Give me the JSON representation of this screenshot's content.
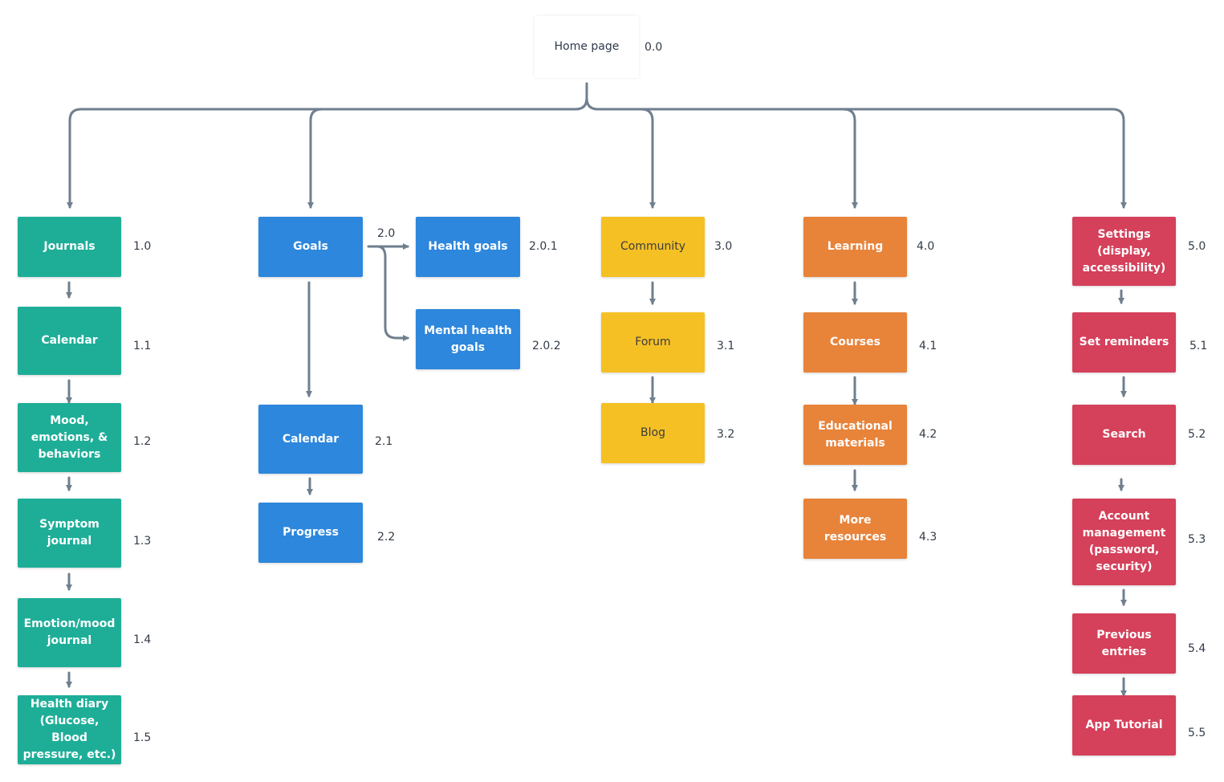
{
  "root": {
    "label": "Home page",
    "number": "0.0"
  },
  "branches": [
    {
      "color": "#1eae98",
      "nodes": [
        {
          "label": "Journals",
          "number": "1.0"
        },
        {
          "label": "Calendar",
          "number": "1.1"
        },
        {
          "label": "Mood,\nemotions, &\nbehaviors",
          "number": "1.2"
        },
        {
          "label": "Symptom\njournal",
          "number": "1.3"
        },
        {
          "label": "Emotion/mood\njournal",
          "number": "1.4"
        },
        {
          "label": "Health diary\n(Glucose, Blood\npressure, etc.)",
          "number": "1.5"
        }
      ]
    },
    {
      "color": "#2d87dc",
      "nodes": [
        {
          "label": "Goals",
          "number": "2.0"
        },
        {
          "label": "Health goals",
          "number": "2.0.1"
        },
        {
          "label": "Mental health\ngoals",
          "number": "2.0.2"
        },
        {
          "label": "Calendar",
          "number": "2.1"
        },
        {
          "label": "Progress",
          "number": "2.2"
        }
      ]
    },
    {
      "color": "#f5c024",
      "nodes": [
        {
          "label": "Community",
          "number": "3.0"
        },
        {
          "label": "Forum",
          "number": "3.1"
        },
        {
          "label": "Blog",
          "number": "3.2"
        }
      ]
    },
    {
      "color": "#e8833a",
      "nodes": [
        {
          "label": "Learning",
          "number": "4.0"
        },
        {
          "label": "Courses",
          "number": "4.1"
        },
        {
          "label": "Educational\nmaterials",
          "number": "4.2"
        },
        {
          "label": "More\nresources",
          "number": "4.3"
        }
      ]
    },
    {
      "color": "#d5405a",
      "nodes": [
        {
          "label": "Settings\n(display,\naccessibility)",
          "number": "5.0"
        },
        {
          "label": "Set reminders",
          "number": "5.1"
        },
        {
          "label": "Search",
          "number": "5.2"
        },
        {
          "label": "Account\nmanagement\n(password,\nsecurity)",
          "number": "5.3"
        },
        {
          "label": "Previous\nentries",
          "number": "5.4"
        },
        {
          "label": "App Tutorial",
          "number": "5.5"
        }
      ]
    }
  ],
  "connector_color": "#6f7f8e"
}
